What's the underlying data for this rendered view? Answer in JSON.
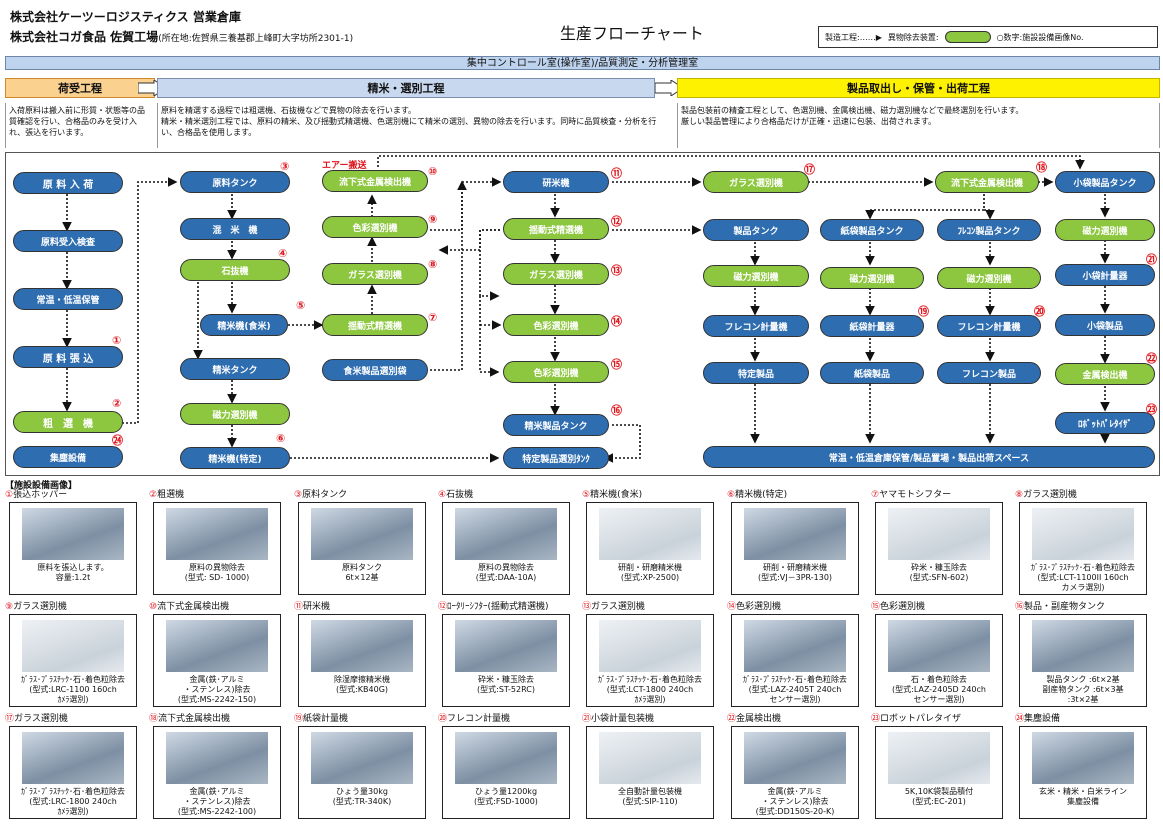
{
  "header": {
    "company1": "株式会社ケーツーロジスティクス 営業倉庫",
    "company2_main": "株式会社コガ食品 佐賀工場",
    "company2_addr": "(所在地:佐賀県三養基郡上峰町大字坊所2301-1)",
    "title": "生産フローチャート",
    "legend_process": "製造工程:……▶",
    "legend_removal": "異物除去装置:",
    "legend_number": "○数字:施設設備画像No."
  },
  "control_room": "集中コントロール室(操作室)/品質測定・分析管理室",
  "phases": [
    {
      "label": "荷受工程",
      "desc": "入荷原料は搬入前に形質・状態等の品質確認を行い、合格品のみを受け入れ、張込を行います。"
    },
    {
      "label": "精米・選別工程",
      "desc": "原料を精選する過程では粗選機、石抜機などで異物の除去を行います。\n精米・精米選別工程では、原料の精米、及び揺動式精選機、色選別機にて精米の選別、異物の除去を行います。同時に品質検査・分析を行い、合格品を使用します。"
    },
    {
      "label": "製品取出し・保管・出荷工程",
      "desc": "製品包装前の精査工程として、色選別機、金属検出機、磁力選別機などで最終選別を行います。\n厳しい製品管理により合格品だけが正確・迅速に包装、出荷されます。"
    }
  ],
  "flow": {
    "air": "エアー搬送",
    "nodes": {
      "n_nyuka": "原 料 入 荷",
      "n_ukeire": "原料受入検査",
      "n_hokan": "常温・低温保管",
      "n_harikomi": "原 料 張 込",
      "n_sosen": "粗　選　機",
      "n_shujin": "集塵設備",
      "n_tank": "原料タンク",
      "n_kongome": "混　米　機",
      "n_ishinuki": "石抜機",
      "n_seimai_shoku": "精米機(食米)",
      "n_seimai_tank": "精米タンク",
      "n_jiryoku1": "磁力選別機",
      "n_seimai_tokutei": "精米機(特定)",
      "n_ryuka1": "流下式金属検出機",
      "n_shikisai1": "色彩選別機",
      "n_glass1": "ガラス選別機",
      "n_yodo": "揺動式精選機",
      "n_shokumai": "食米製品選別袋",
      "n_kenmai": "研米機",
      "n_yodo2": "揺動式精選機",
      "n_glass2": "ガラス選別機",
      "n_shikisai2": "色彩選別機",
      "n_shikisai3": "色彩選別機",
      "n_seimai_seihin": "精米製品タンク",
      "n_tokutei_tank": "特定製品選別ﾀﾝｸ",
      "n_glass3": "ガラス選別機",
      "n_ryuka2": "流下式金属検出機",
      "n_kobukuro_tank": "小袋製品タンク",
      "n_seihin_tank": "製品タンク",
      "n_kamibukuro_tank": "紙袋製品タンク",
      "n_furekon_tank": "ﾌﾚｺﾝ製品タンク",
      "n_jiryoku_a": "磁力選別機",
      "n_jiryoku_b": "磁力選別機",
      "n_jiryoku_c": "磁力選別機",
      "n_jiryoku_d": "磁力選別機",
      "n_furekon_kei1": "フレコン計量機",
      "n_kamibukuro_kei": "紙袋計量器",
      "n_furekon_kei2": "フレコン計量機",
      "n_kobukuro_kei": "小袋計量器",
      "n_tokutei_seihin": "特定製品",
      "n_kamibukuro_seihin": "紙袋製品",
      "n_furekon_seihin": "フレコン製品",
      "n_kobukuro_seihin": "小袋製品",
      "n_kinzoku": "金属検出機",
      "n_robot": "ﾛﾎﾞｯﾄﾊﾟﾚﾀｲｻﾞ",
      "n_storage": "常温・低温倉庫保管/製品置場・製品出荷スペース"
    },
    "numbers": {
      "k1": "①",
      "k2": "②",
      "k3": "③",
      "k4": "④",
      "k5": "⑤",
      "k6": "⑥",
      "k7": "⑦",
      "k8": "⑧",
      "k9": "⑨",
      "k10": "⑩",
      "k11": "⑪",
      "k12": "⑫",
      "k13": "⑬",
      "k14": "⑭",
      "k15": "⑮",
      "k16": "⑯",
      "k17": "⑰",
      "k18": "⑱",
      "k19": "⑲",
      "k20": "⑳",
      "k21": "㉑",
      "k22": "㉒",
      "k23": "㉓",
      "k24": "㉔"
    }
  },
  "equipment_title": "【施設設備画像】",
  "equipment": [
    {
      "no": "①",
      "name": "張込ホッパー",
      "desc": "原料を張込します。\n容量:1.2t"
    },
    {
      "no": "②",
      "name": "粗選機",
      "desc": "原料の異物除去\n(型式: SD- 1000)"
    },
    {
      "no": "③",
      "name": "原料タンク",
      "desc": "原料タンク\n6t×12基"
    },
    {
      "no": "④",
      "name": "石抜機",
      "desc": "原料の異物除去\n(型式:DAA-10A)"
    },
    {
      "no": "⑤",
      "name": "精米機(食米)",
      "desc": "研削・研磨精米機\n(型式:XP-2500)"
    },
    {
      "no": "⑥",
      "name": "精米機(特定)",
      "desc": "研削・研磨精米機\n(型式:VJ－3PR-130)"
    },
    {
      "no": "⑦",
      "name": "ヤマモトシフター",
      "desc": "砕米・糠玉除去\n(型式:SFN-602)"
    },
    {
      "no": "⑧",
      "name": "ガラス選別機",
      "desc": "ｶﾞﾗｽ･ﾌﾟﾗｽﾁｯｸ･石･着色粒除去\n(型式:LCT-1100II 160ch\nカメラ選別)"
    },
    {
      "no": "⑨",
      "name": "ガラス選別機",
      "desc": "ｶﾞﾗｽ･ﾌﾟﾗｽﾁｯｸ･石･着色粒除去\n(型式:LRC-1100 160ch\nｶﾒﾗ選別)"
    },
    {
      "no": "⑩",
      "name": "流下式金属検出機",
      "desc": "金属(鉄･アルミ\n・ステンレス)除去\n(型式:MS-2242-150)"
    },
    {
      "no": "⑪",
      "name": "研米機",
      "desc": "除湿摩擦精米機\n(型式:KB40G)"
    },
    {
      "no": "⑫",
      "name": "ﾛｰﾀﾘｰｼﾌﾀｰ(揺動式精選機)",
      "desc": "砕米・糠玉除去\n(型式:ST-52RC)"
    },
    {
      "no": "⑬",
      "name": "ガラス選別機",
      "desc": "ｶﾞﾗｽ･ﾌﾟﾗｽﾁｯｸ･石･着色粒除去\n(型式:LCT-1800 240ch\nｶﾒﾗ選別)"
    },
    {
      "no": "⑭",
      "name": "色彩選別機",
      "desc": "ｶﾞﾗｽ･ﾌﾟﾗｽﾁｯｸ･石･着色粒除去\n(型式:LAZ-2405T 240ch\nセンサー選別)"
    },
    {
      "no": "⑮",
      "name": "色彩選別機",
      "desc": "石・着色粒除去\n(型式:LAZ-2405D 240ch\nセンサー選別)"
    },
    {
      "no": "⑯",
      "name": "製品・副産物タンク",
      "desc": "製品タンク :6t×2基\n副産物タンク :6t×3基\n:3t×2基"
    },
    {
      "no": "⑰",
      "name": "ガラス選別機",
      "desc": "ｶﾞﾗｽ･ﾌﾟﾗｽﾁｯｸ･石･着色粒除去\n(型式:LRC-1800 240ch\nｶﾒﾗ選別)"
    },
    {
      "no": "⑱",
      "name": "流下式金属検出機",
      "desc": "金属(鉄･アルミ\n・ステンレス)除去\n(型式:MS-2242-100)"
    },
    {
      "no": "⑲",
      "name": "紙袋計量機",
      "desc": "ひょう量30kg\n(型式:TR-340K)"
    },
    {
      "no": "⑳",
      "name": "フレコン計量機",
      "desc": "ひょう量1200kg\n(型式:FSD-1000)"
    },
    {
      "no": "㉑",
      "name": "小袋計量包装機",
      "desc": "全自動計量包装機\n(型式:SIP-110)"
    },
    {
      "no": "㉒",
      "name": "金属検出機",
      "desc": "金属(鉄･アルミ\n・ステンレス)除去\n(型式:DD150S-20-K)"
    },
    {
      "no": "㉓",
      "name": "ロボットパレタイザ",
      "desc": "5K,10K袋製品積付\n(型式:EC-201)"
    },
    {
      "no": "㉔",
      "name": "集塵設備",
      "desc": "玄米・精米・白米ライン\n集塵設備"
    }
  ],
  "colors": {
    "blue_node": "#2e6db0",
    "green_node": "#8dc63f",
    "number_red": "#e0161e",
    "phase1": "#fbd190",
    "phase2": "#c8d8ee",
    "phase3": "#fff200"
  }
}
